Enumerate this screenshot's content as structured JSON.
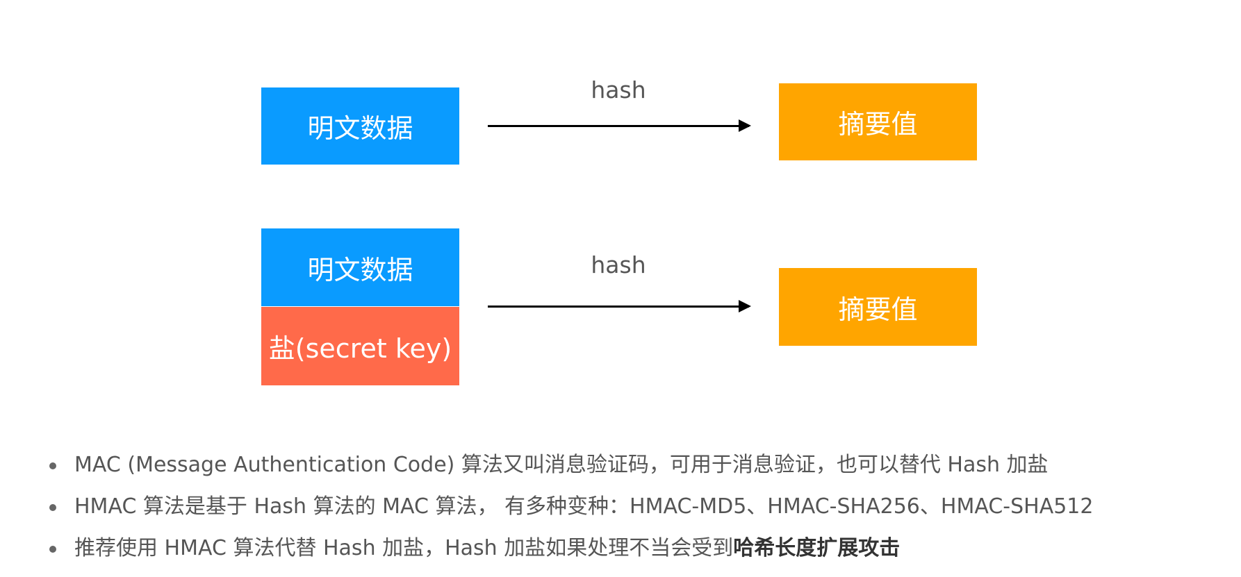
{
  "diagram": {
    "row1": {
      "input_label": "明文数据",
      "arrow_label": "hash",
      "output_label": "摘要值"
    },
    "row2": {
      "input_label": "明文数据",
      "salt_label": "盐(secret key)",
      "arrow_label": "hash",
      "output_label": "摘要值"
    },
    "colors": {
      "input": "#0a9bff",
      "output": "#ffa500",
      "salt": "#ff6a4a"
    }
  },
  "bullets": [
    {
      "text": "MAC (Message Authentication Code) 算法又叫消息验证码，可用于消息验证，也可以替代 Hash 加盐"
    },
    {
      "text": "HMAC 算法是基于 Hash 算法的 MAC 算法， 有多种变种：HMAC-MD5、HMAC-SHA256、HMAC-SHA512"
    },
    {
      "text": "推荐使用 HMAC 算法代替 Hash 加盐，Hash 加盐如果处理不当会受到",
      "bold_text": "哈希长度扩展攻击"
    }
  ]
}
